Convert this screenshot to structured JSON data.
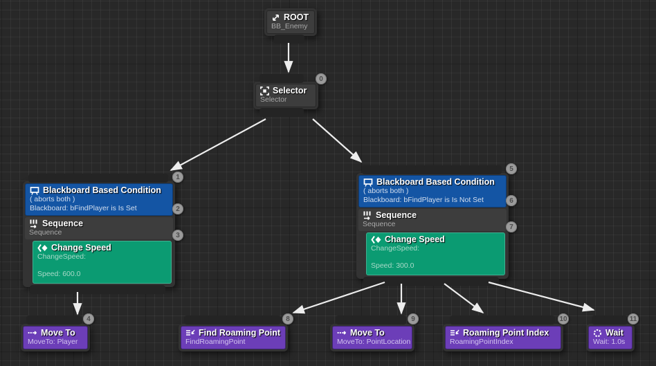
{
  "colors": {
    "background": "#282828",
    "decorator_blue": "#1455a4",
    "composite_gray": "#3d3d3d",
    "task_green": "#0b9b72",
    "task_purple": "#6c3eb8",
    "wire": "#ededed",
    "badge_bg": "#9b9b9b"
  },
  "nodes": {
    "root": {
      "title": "ROOT",
      "subtitle": "BB_Enemy"
    },
    "selector": {
      "title": "Selector",
      "subtitle": "Selector",
      "badge": "0"
    },
    "left_branch": {
      "badge": "1",
      "decorator": {
        "title": "Blackboard Based Condition",
        "mode_line": "( aborts both )",
        "condition_line": "Blackboard: bFindPlayer is Is Set",
        "badge": "2"
      },
      "composite": {
        "title": "Sequence",
        "subtitle": "Sequence",
        "badge": "3"
      },
      "service": {
        "title": "Change Speed",
        "name_line": "ChangeSpeed:",
        "value_line": "Speed: 600.0"
      }
    },
    "right_branch": {
      "badge": "5",
      "decorator": {
        "title": "Blackboard Based Condition",
        "mode_line": "( aborts both )",
        "condition_line": "Blackboard: bFindPlayer is Is Not Set",
        "badge": "6"
      },
      "composite": {
        "title": "Sequence",
        "subtitle": "Sequence",
        "badge": "7"
      },
      "service": {
        "title": "Change Speed",
        "name_line": "ChangeSpeed:",
        "value_line": "Speed: 300.0"
      }
    },
    "tasks": [
      {
        "title": "Move To",
        "subtitle": "MoveTo: Player",
        "badge": "4"
      },
      {
        "title": "Find Roaming Point",
        "subtitle": "FindRoamingPoint",
        "badge": "8"
      },
      {
        "title": "Move To",
        "subtitle": "MoveTo: PointLocation",
        "badge": "9"
      },
      {
        "title": "Roaming Point Index",
        "subtitle": "RoamingPointIndex",
        "badge": "10"
      },
      {
        "title": "Wait",
        "subtitle": "Wait: 1.0s",
        "badge": "11"
      }
    ]
  }
}
